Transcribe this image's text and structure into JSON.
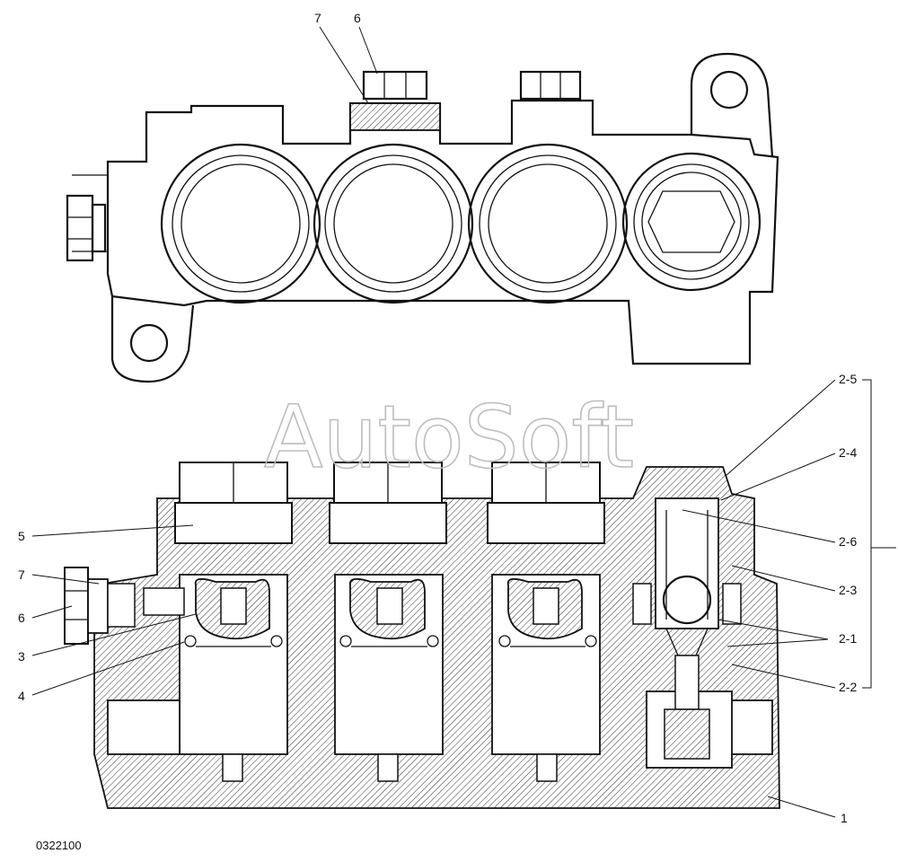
{
  "watermark": "AutoSoft",
  "drawing_number": "0322100",
  "callouts": {
    "c1": "1",
    "c3": "3",
    "c4": "4",
    "c5": "5",
    "c6_top": "6",
    "c7_top": "7",
    "c6_side": "6",
    "c7_side": "7",
    "c2_1": "2-1",
    "c2_2": "2-2",
    "c2_3": "2-3",
    "c2_4": "2-4",
    "c2_5": "2-5",
    "c2_6": "2-6"
  }
}
